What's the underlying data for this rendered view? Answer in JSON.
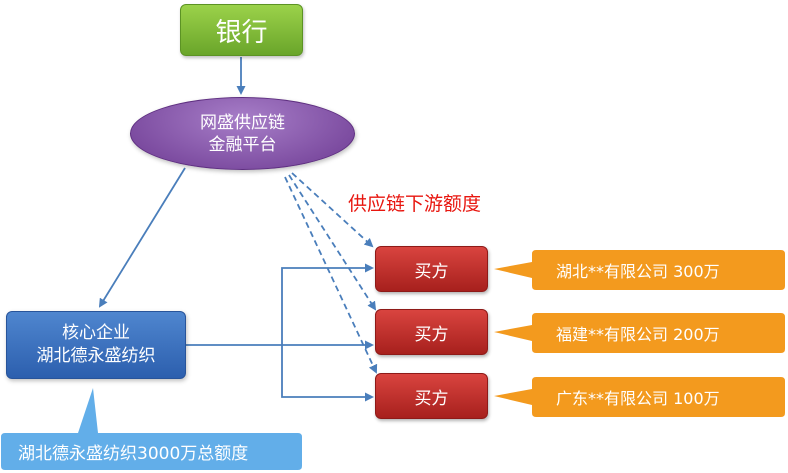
{
  "bank": {
    "label": "银行"
  },
  "platform": {
    "line1": "网盛供应链",
    "line2": "金融平台"
  },
  "downstream_label": "供应链下游额度",
  "core": {
    "line1": "核心企业",
    "line2": "湖北德永盛纺织"
  },
  "core_note": "湖北德永盛纺织3000万总额度",
  "buyers": [
    {
      "label": "买方",
      "company": "湖北**有限公司  300万"
    },
    {
      "label": "买方",
      "company": "福建**有限公司  200万"
    },
    {
      "label": "买方",
      "company": "广东**有限公司  100万"
    }
  ],
  "colors": {
    "arrow": "#4a7ebb",
    "callout_orange": "#f39a1e",
    "callout_blue": "#62aee9",
    "highlight_red": "#e8160f"
  }
}
